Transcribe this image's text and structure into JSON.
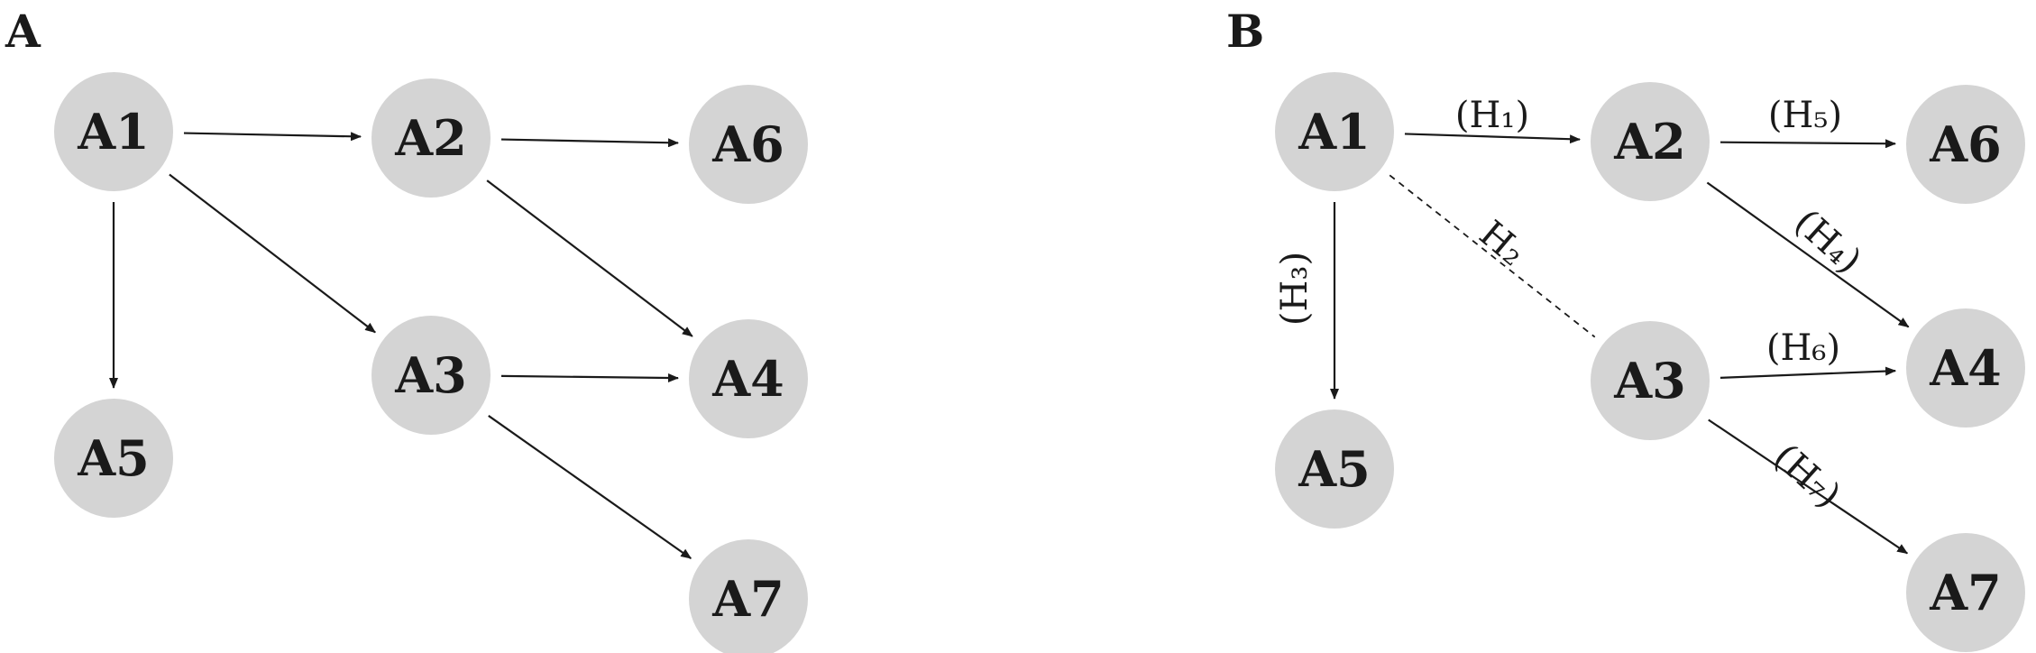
{
  "panels": [
    {
      "id": "A",
      "label": "A",
      "nodes": [
        {
          "id": "A1",
          "label": "A1"
        },
        {
          "id": "A2",
          "label": "A2"
        },
        {
          "id": "A3",
          "label": "A3"
        },
        {
          "id": "A4",
          "label": "A4"
        },
        {
          "id": "A5",
          "label": "A5"
        },
        {
          "id": "A6",
          "label": "A6"
        },
        {
          "id": "A7",
          "label": "A7"
        }
      ],
      "edges": [
        {
          "from": "A1",
          "to": "A2",
          "style": "solid",
          "label": ""
        },
        {
          "from": "A1",
          "to": "A5",
          "style": "solid",
          "label": ""
        },
        {
          "from": "A1",
          "to": "A3",
          "style": "solid",
          "label": ""
        },
        {
          "from": "A2",
          "to": "A6",
          "style": "solid",
          "label": ""
        },
        {
          "from": "A2",
          "to": "A4",
          "style": "solid",
          "label": ""
        },
        {
          "from": "A3",
          "to": "A4",
          "style": "solid",
          "label": ""
        },
        {
          "from": "A3",
          "to": "A7",
          "style": "solid",
          "label": ""
        }
      ]
    },
    {
      "id": "B",
      "label": "B",
      "nodes": [
        {
          "id": "A1",
          "label": "A1"
        },
        {
          "id": "A2",
          "label": "A2"
        },
        {
          "id": "A3",
          "label": "A3"
        },
        {
          "id": "A4",
          "label": "A4"
        },
        {
          "id": "A5",
          "label": "A5"
        },
        {
          "id": "A6",
          "label": "A6"
        },
        {
          "id": "A7",
          "label": "A7"
        }
      ],
      "edges": [
        {
          "from": "A1",
          "to": "A2",
          "style": "solid",
          "label": "(H₁)"
        },
        {
          "from": "A1",
          "to": "A3",
          "style": "dashed",
          "label": "H₂"
        },
        {
          "from": "A1",
          "to": "A5",
          "style": "solid",
          "label": "(H₃)"
        },
        {
          "from": "A2",
          "to": "A4",
          "style": "solid",
          "label": "(H₄)"
        },
        {
          "from": "A2",
          "to": "A6",
          "style": "solid",
          "label": "(H₅)"
        },
        {
          "from": "A3",
          "to": "A4",
          "style": "solid",
          "label": "(H₆)"
        },
        {
          "from": "A3",
          "to": "A7",
          "style": "solid",
          "label": "(H₇)"
        }
      ]
    }
  ],
  "colors": {
    "node_fill": "#d4d4d4",
    "text": "#1a1a1a",
    "line": "#1a1a1a"
  }
}
